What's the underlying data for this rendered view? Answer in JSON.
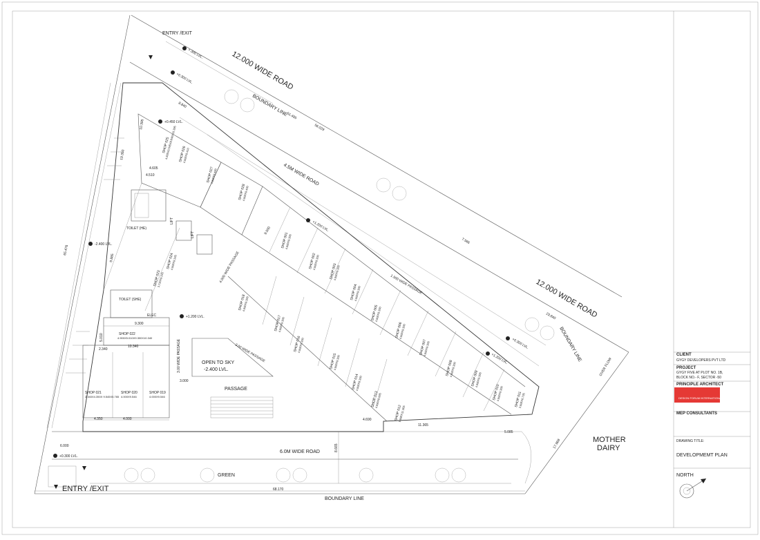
{
  "plan": {
    "road_top": "12.000 WIDE ROAD",
    "road_right": "12.000 WIDE ROAD",
    "road_bottom": "6.0M WIDE ROAD",
    "road_inner": "4.5M WIDE ROAD",
    "boundary_top": "BOUNDARY LINE",
    "boundary_right": "BOUNDARY LINE",
    "boundary_bottom": "BOUNDARY LINE",
    "entry_top": "ENTRY /EXIT",
    "entry_bottom": "ENTRY /EXIT",
    "green": "GREEN",
    "passage": "PASSAGE",
    "passage_150": "1.500 WIDE PASSAGE",
    "passage_300_a": "3.00 WIDE PASSAGE",
    "passage_300_b": "3.00 WIDE PASSAGE",
    "passage_400": "4.000 WIDE PASSAGE",
    "open_sky_1": "OPEN TO SKY",
    "open_sky_2": "-2.400 LVL.",
    "mother_dairy_1": "MOTHER",
    "mother_dairy_2": "DAIRY",
    "over_flow": "OVER FLOW",
    "toilet_he": "TOILET (HE)",
    "toilet_she": "TOILET (SHE)",
    "elec": "ELEC",
    "lift_1": "LIFT",
    "lift_2": "LIFT",
    "lvl_top1": "+.300 LVL.",
    "lvl_top2": "+0.300 LVL.",
    "lvl_045": "+0.450 LVL.",
    "lvl_120a": "+1.200 LVL.",
    "lvl_120b": "+1.200 LVL.",
    "lvl_120c": "+1.200 LVL.",
    "lvl_240": "-2.400 LVL.",
    "lvl_030r": "+0.300 LVL.",
    "lvl_030b": "+0.300 LVL.",
    "dim_total_bottom": "68.170",
    "dim_left": "65.476",
    "dim_top_a": "51.495",
    "dim_top_b": "56.029",
    "dim_right": "23.840",
    "dim_9300": "9.300",
    "dim_10340": "10.340",
    "dim_6000": "6.000",
    "dim_8665": "8.665",
    "dim_11365": "11.365",
    "dim_5085": "5.085",
    "dim_4690": "4.690",
    "dim_17969": "17.969",
    "dim_7566": "7.566",
    "dim_8840": "8.840",
    "dim_4350": "4.350",
    "dim_2340": "2.340",
    "dim_4000": "4.000",
    "dim_3000": "3.000",
    "dim_5010": "5.010",
    "dim_9885": "9.885",
    "dim_19350": "19.350",
    "dim_10395": "10.395",
    "dim_4605": "4.605",
    "dim_4510": "4.510",
    "dim_9000": "9.000",
    "shops": [
      {
        "name": "SHOP 022",
        "size": "4.900X5.010X9.300X10.340"
      },
      {
        "name": "SHOP 021",
        "size": "2.340X4.350X 9.545X5.765"
      },
      {
        "name": "SHOP 020",
        "size": "4.000X9.546"
      },
      {
        "name": "SHOP 019",
        "size": "4.000X9.546"
      },
      {
        "name": "SHOP 025",
        "size": "4.605X9.545X8.840X10.395"
      },
      {
        "name": "SHOP 026",
        "size": "4.000X9.410"
      },
      {
        "name": "SHOP 027",
        "size": "4.000X9.400"
      },
      {
        "name": "SHOP 028",
        "size": "4.000X9.400"
      },
      {
        "name": "SHOP 024",
        "size": "4.000X9.345"
      },
      {
        "name": "SHOP 023",
        "size": "3.720X9.345"
      },
      {
        "name": "SHOP 001",
        "size": "4.000X9.300"
      },
      {
        "name": "SHOP 002",
        "size": "4.000X9.300"
      },
      {
        "name": "SHOP 003",
        "size": "4.000X9.300"
      },
      {
        "name": "SHOP 004",
        "size": "4.000X9.300"
      },
      {
        "name": "SHOP 005",
        "size": "4.000X9.300"
      },
      {
        "name": "SHOP 006",
        "size": "4.000X9.300"
      },
      {
        "name": "SHOP 007",
        "size": "4.000X9.300"
      },
      {
        "name": "SHOP 008",
        "size": "4.000X9.300"
      },
      {
        "name": "SHOP 009",
        "size": "4.000X9.300"
      },
      {
        "name": "SHOP 010",
        "size": "4.000X9.300"
      },
      {
        "name": "SHOP 011",
        "size": "3.605X6.735"
      },
      {
        "name": "SHOP 012",
        "size": "5.085X11.365"
      },
      {
        "name": "SHOP 013",
        "size": "4.690X8.665"
      },
      {
        "name": "SHOP 014",
        "size": "4.000X9.300"
      },
      {
        "name": "SHOP 015",
        "size": "4.000X9.300"
      },
      {
        "name": "SHOP 016",
        "size": "4.000X9.300"
      },
      {
        "name": "SHOP 017",
        "size": "4.000X9.300"
      },
      {
        "name": "SHOP 018",
        "size": "4.000X9.300"
      }
    ]
  },
  "title_block": {
    "client_label": "CLIENT",
    "client_name": "GYGY DEVELOPERS PVT LTD",
    "project_label": "PROJECT",
    "project_line1": "GYGY FIVE AT PLOT NO. 1B,",
    "project_line2": "BLOCK NO.- F, SECTOR -50",
    "architect_label": "PRINCIPLE ARCHITECT",
    "architect_logo": "DESIGN FORUM INTERNATIONAL",
    "mep_label": "MEP CONSULTANTS",
    "drawing_title_label": "DRAWING TITLE:",
    "drawing_title": "DEVELOPMEMT PLAN",
    "north_label": "NORTH",
    "accent_color": "#e53935"
  }
}
